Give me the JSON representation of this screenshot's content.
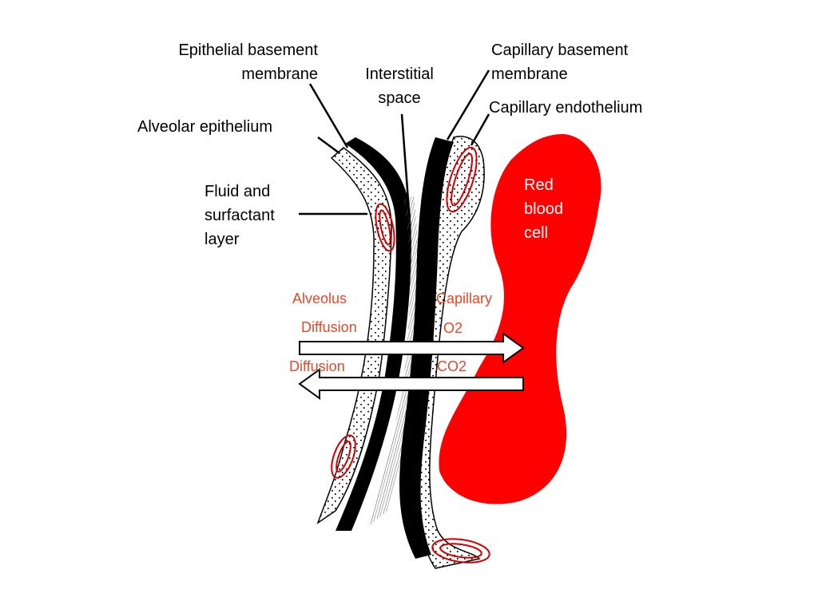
{
  "labels": {
    "epithelial_basement_membrane": [
      "Epithelial basement",
      "membrane"
    ],
    "interstitial_space": [
      "Interstitial",
      "space"
    ],
    "capillary_basement_membrane": [
      "Capillary basement",
      "membrane"
    ],
    "capillary_endothelium": "Capillary endothelium",
    "alveolar_epithelium": "Alveolar epithelium",
    "fluid_surfactant_layer": [
      "Fluid and",
      "surfactant",
      "layer"
    ],
    "red_blood_cell": [
      "Red",
      "blood",
      "cell"
    ],
    "alveolus": "Alveolus",
    "capillary": "Capillary",
    "diffusion_o2": "Diffusion",
    "o2": "O2",
    "diffusion_co2": "Diffusion",
    "co2": "CO2"
  },
  "colors": {
    "red_cell": "#ff0000",
    "flow_label": "#e04a2a",
    "membrane": "#000000"
  }
}
